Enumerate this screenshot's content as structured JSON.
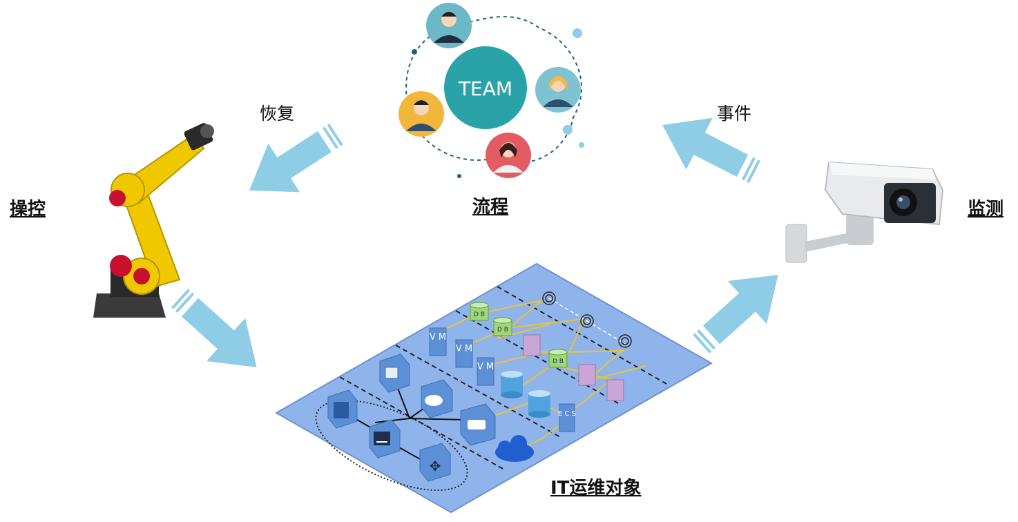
{
  "labels": {
    "control": "操控",
    "process": "流程",
    "monitor": "监测",
    "it_objects": "IT运维对象",
    "recover": "恢复",
    "event": "事件"
  },
  "team": {
    "center": "TEAM"
  },
  "network": {
    "db": "D B",
    "vm": "V M",
    "ecs": "E C S"
  },
  "colors": {
    "arrow": "#8fcde6",
    "plane": "#8fb4ec",
    "team_circle": "#2aa3a8",
    "robot": "#f0c800",
    "link": "#e8c23a"
  }
}
